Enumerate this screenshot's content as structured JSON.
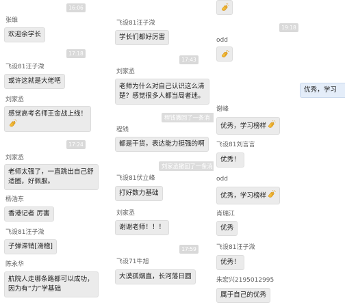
{
  "left_panel": {
    "timestamps": [
      "16:06",
      "17:18",
      "17:24"
    ],
    "messages": [
      {
        "sender": "张维",
        "text": "欢迎余学长"
      },
      {
        "sender": "飞设81汪子溦",
        "text": "或许这就是大佬吧"
      },
      {
        "sender": "刘家丞",
        "text": "感觉高考名师王金战上线！",
        "icon": "clap-icon"
      },
      {
        "sender": "刘家丞",
        "text": "老师太强了，一直跳出自己舒适圈，好佩服。"
      },
      {
        "sender": "杨浩东",
        "text": "香港记者 厉害"
      },
      {
        "sender": "飞设81汪子溦",
        "text": "子弹滞销[滑稽]"
      },
      {
        "sender": "陈永华",
        "text": "航院人走哪条路都可以成功，因为有“力”学基础"
      }
    ]
  },
  "middle_panel": {
    "timestamps": [
      "17:43",
      "17:59"
    ],
    "recall_notices": [
      "程钱撤回了一条消",
      "刘家丞撤回了一条消"
    ],
    "messages": [
      {
        "sender": "飞设81汪子溦",
        "text": "学长们都好厉害"
      },
      {
        "sender": "刘家丞",
        "text": "老师为什么对自己认识这么清楚？感觉很多人都当局者迷。"
      },
      {
        "sender": "程钱",
        "text": "都是干货，表达能力挺强的啊"
      },
      {
        "sender": "飞设81伏立峰",
        "text": "打好数力基础"
      },
      {
        "sender": "刘家丞",
        "text": "谢谢老师！！！"
      },
      {
        "sender": "飞设71牛旭",
        "text": "大漠孤烟直，长河落日圆"
      }
    ]
  },
  "right_panel": {
    "timestamps": [
      "19:18"
    ],
    "messages": [
      {
        "icon": "clap-icon"
      },
      {
        "sender": "odd",
        "icon": "clap-icon"
      },
      {
        "text": "优秀，学习",
        "outgoing": true
      },
      {
        "sender": "谢峰",
        "text": "优秀，学习榜样",
        "icon": "clap-icon"
      },
      {
        "sender": "飞设81刘言言",
        "text": "优秀！"
      },
      {
        "sender": "odd",
        "text": "优秀，学习榜样",
        "icon": "clap-icon"
      },
      {
        "sender": "肖瑞江",
        "text": "优秀"
      },
      {
        "sender": "飞设81汪子溦",
        "text": "优秀！"
      },
      {
        "sender": "朱宏兴2195012995",
        "text": "属于自己的优秀"
      }
    ]
  },
  "colors": {
    "page_bg": "#ffffff",
    "bubble_bg": "#ebebeb",
    "outgoing_bubble_bg": "#e4edf9",
    "timestamp_bg": "#d9d9d9",
    "sender_name": "#5f5f5f",
    "clap_icon": "#f6c23e"
  }
}
